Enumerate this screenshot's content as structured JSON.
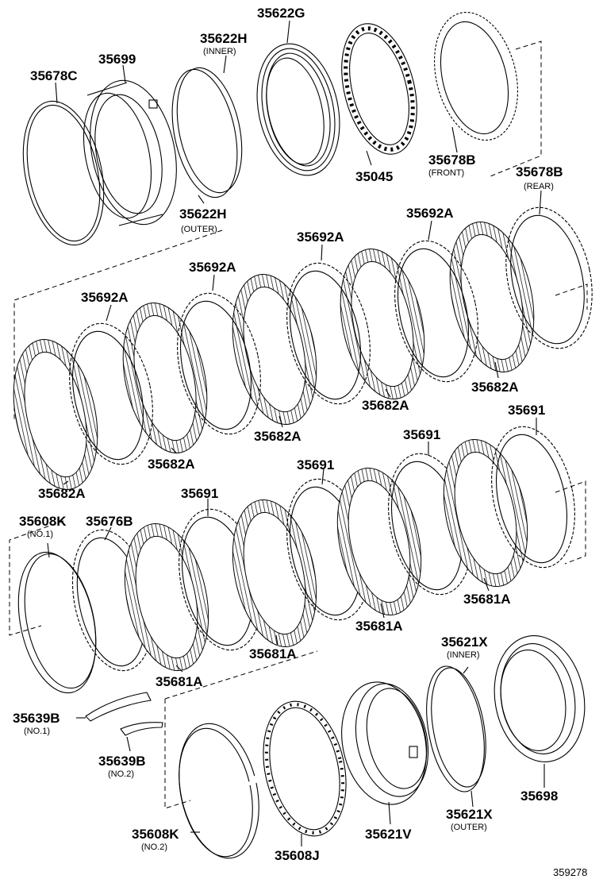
{
  "figure_number": "359278",
  "parts": [
    {
      "id": "p1",
      "number": "35678C",
      "note": ""
    },
    {
      "id": "p2",
      "number": "35699",
      "note": ""
    },
    {
      "id": "p3",
      "number": "35622H",
      "note": "(INNER)"
    },
    {
      "id": "p4",
      "number": "35622G",
      "note": ""
    },
    {
      "id": "p5",
      "number": "35045",
      "note": ""
    },
    {
      "id": "p6",
      "number": "35678B",
      "note": "(FRONT)"
    },
    {
      "id": "p7",
      "number": "35622H",
      "note": "(OUTER)"
    },
    {
      "id": "p8",
      "number": "35678B",
      "note": "(REAR)"
    },
    {
      "id": "p9",
      "number": "35692A",
      "note": ""
    },
    {
      "id": "p10",
      "number": "35692A",
      "note": ""
    },
    {
      "id": "p11",
      "number": "35692A",
      "note": ""
    },
    {
      "id": "p12",
      "number": "35692A",
      "note": ""
    },
    {
      "id": "p13",
      "number": "35682A",
      "note": ""
    },
    {
      "id": "p14",
      "number": "35682A",
      "note": ""
    },
    {
      "id": "p15",
      "number": "35682A",
      "note": ""
    },
    {
      "id": "p16",
      "number": "35682A",
      "note": ""
    },
    {
      "id": "p17",
      "number": "35682A",
      "note": ""
    },
    {
      "id": "p18",
      "number": "35691",
      "note": ""
    },
    {
      "id": "p19",
      "number": "35691",
      "note": ""
    },
    {
      "id": "p20",
      "number": "35691",
      "note": ""
    },
    {
      "id": "p21",
      "number": "35691",
      "note": ""
    },
    {
      "id": "p22",
      "number": "35608K",
      "note": "(NO.1)"
    },
    {
      "id": "p23",
      "number": "35676B",
      "note": ""
    },
    {
      "id": "p24",
      "number": "35681A",
      "note": ""
    },
    {
      "id": "p25",
      "number": "35681A",
      "note": ""
    },
    {
      "id": "p26",
      "number": "35681A",
      "note": ""
    },
    {
      "id": "p27",
      "number": "35681A",
      "note": ""
    },
    {
      "id": "p28",
      "number": "35621X",
      "note": "(INNER)"
    },
    {
      "id": "p29",
      "number": "35639B",
      "note": "(NO.1)"
    },
    {
      "id": "p30",
      "number": "35639B",
      "note": "(NO.2)"
    },
    {
      "id": "p31",
      "number": "35698",
      "note": ""
    },
    {
      "id": "p32",
      "number": "35621X",
      "note": "(OUTER)"
    },
    {
      "id": "p33",
      "number": "35608K",
      "note": "(NO.2)"
    },
    {
      "id": "p34",
      "number": "35621V",
      "note": ""
    },
    {
      "id": "p35",
      "number": "35608J",
      "note": ""
    }
  ]
}
